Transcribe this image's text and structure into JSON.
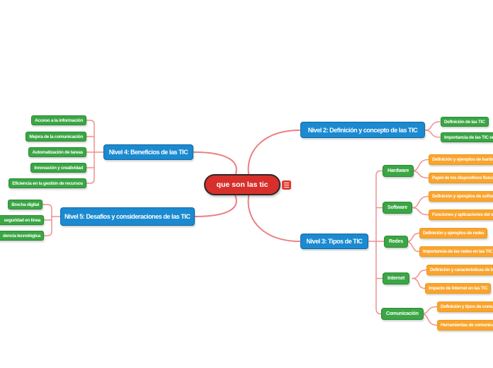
{
  "nodes": {
    "central": "que son las tic",
    "nivel2": "Nivel 2: Definición y concepto de las TIC",
    "nivel2_c1": "Definición de las TIC",
    "nivel2_c2": "Importancia de las TIC en",
    "nivel3": "Nivel 3: Tipos de TIC",
    "hardware": "Hardware",
    "hardware_c1": "Definición y ejemplos de hardware",
    "hardware_c2": "Papel de los dispositivos físicos en",
    "software": "Software",
    "software_c1": "Definición y ejemplos de software",
    "software_c2": "Funciones y aplicaciones del software",
    "redes": "Redes",
    "redes_c1": "Definición y ejemplos de redes",
    "redes_c2": "Importancia de las redes en las TIC",
    "internet": "Internet",
    "internet_c1": "Definición y características de Internet",
    "internet_c2": "Impacto de Internet en las TIC",
    "comunicacion": "Comunicación",
    "comunicacion_c1": "Definición y tipos de comunicación",
    "comunicacion_c2": "Herramientas de comunicación",
    "nivel4": "Nivel 4: Beneficios de las TIC",
    "nivel4_c1": "Acceso a la información",
    "nivel4_c2": "Mejora de la comunicación",
    "nivel4_c3": "Automatización de tareas",
    "nivel4_c4": "Innovación y creatividad",
    "nivel4_c5": "Eficiencia en la gestión de recursos",
    "nivel5": "Nivel 5: Desafios y consideraciones de las TIC",
    "nivel5_c1": "Brecha digital",
    "nivel5_c2": "seguridad en línea",
    "nivel5_c3": "dencia tecnológica"
  },
  "icons": {
    "central_menu": "hamburger-menu-icon"
  },
  "colors": {
    "central_red": "#d7302c",
    "topic_blue": "#1b8ad0",
    "subtopic_green": "#3aa644",
    "leaf_orange": "#f9a42d",
    "connector_pink": "#ef8f8f",
    "canvas_background": "#ffffff"
  }
}
